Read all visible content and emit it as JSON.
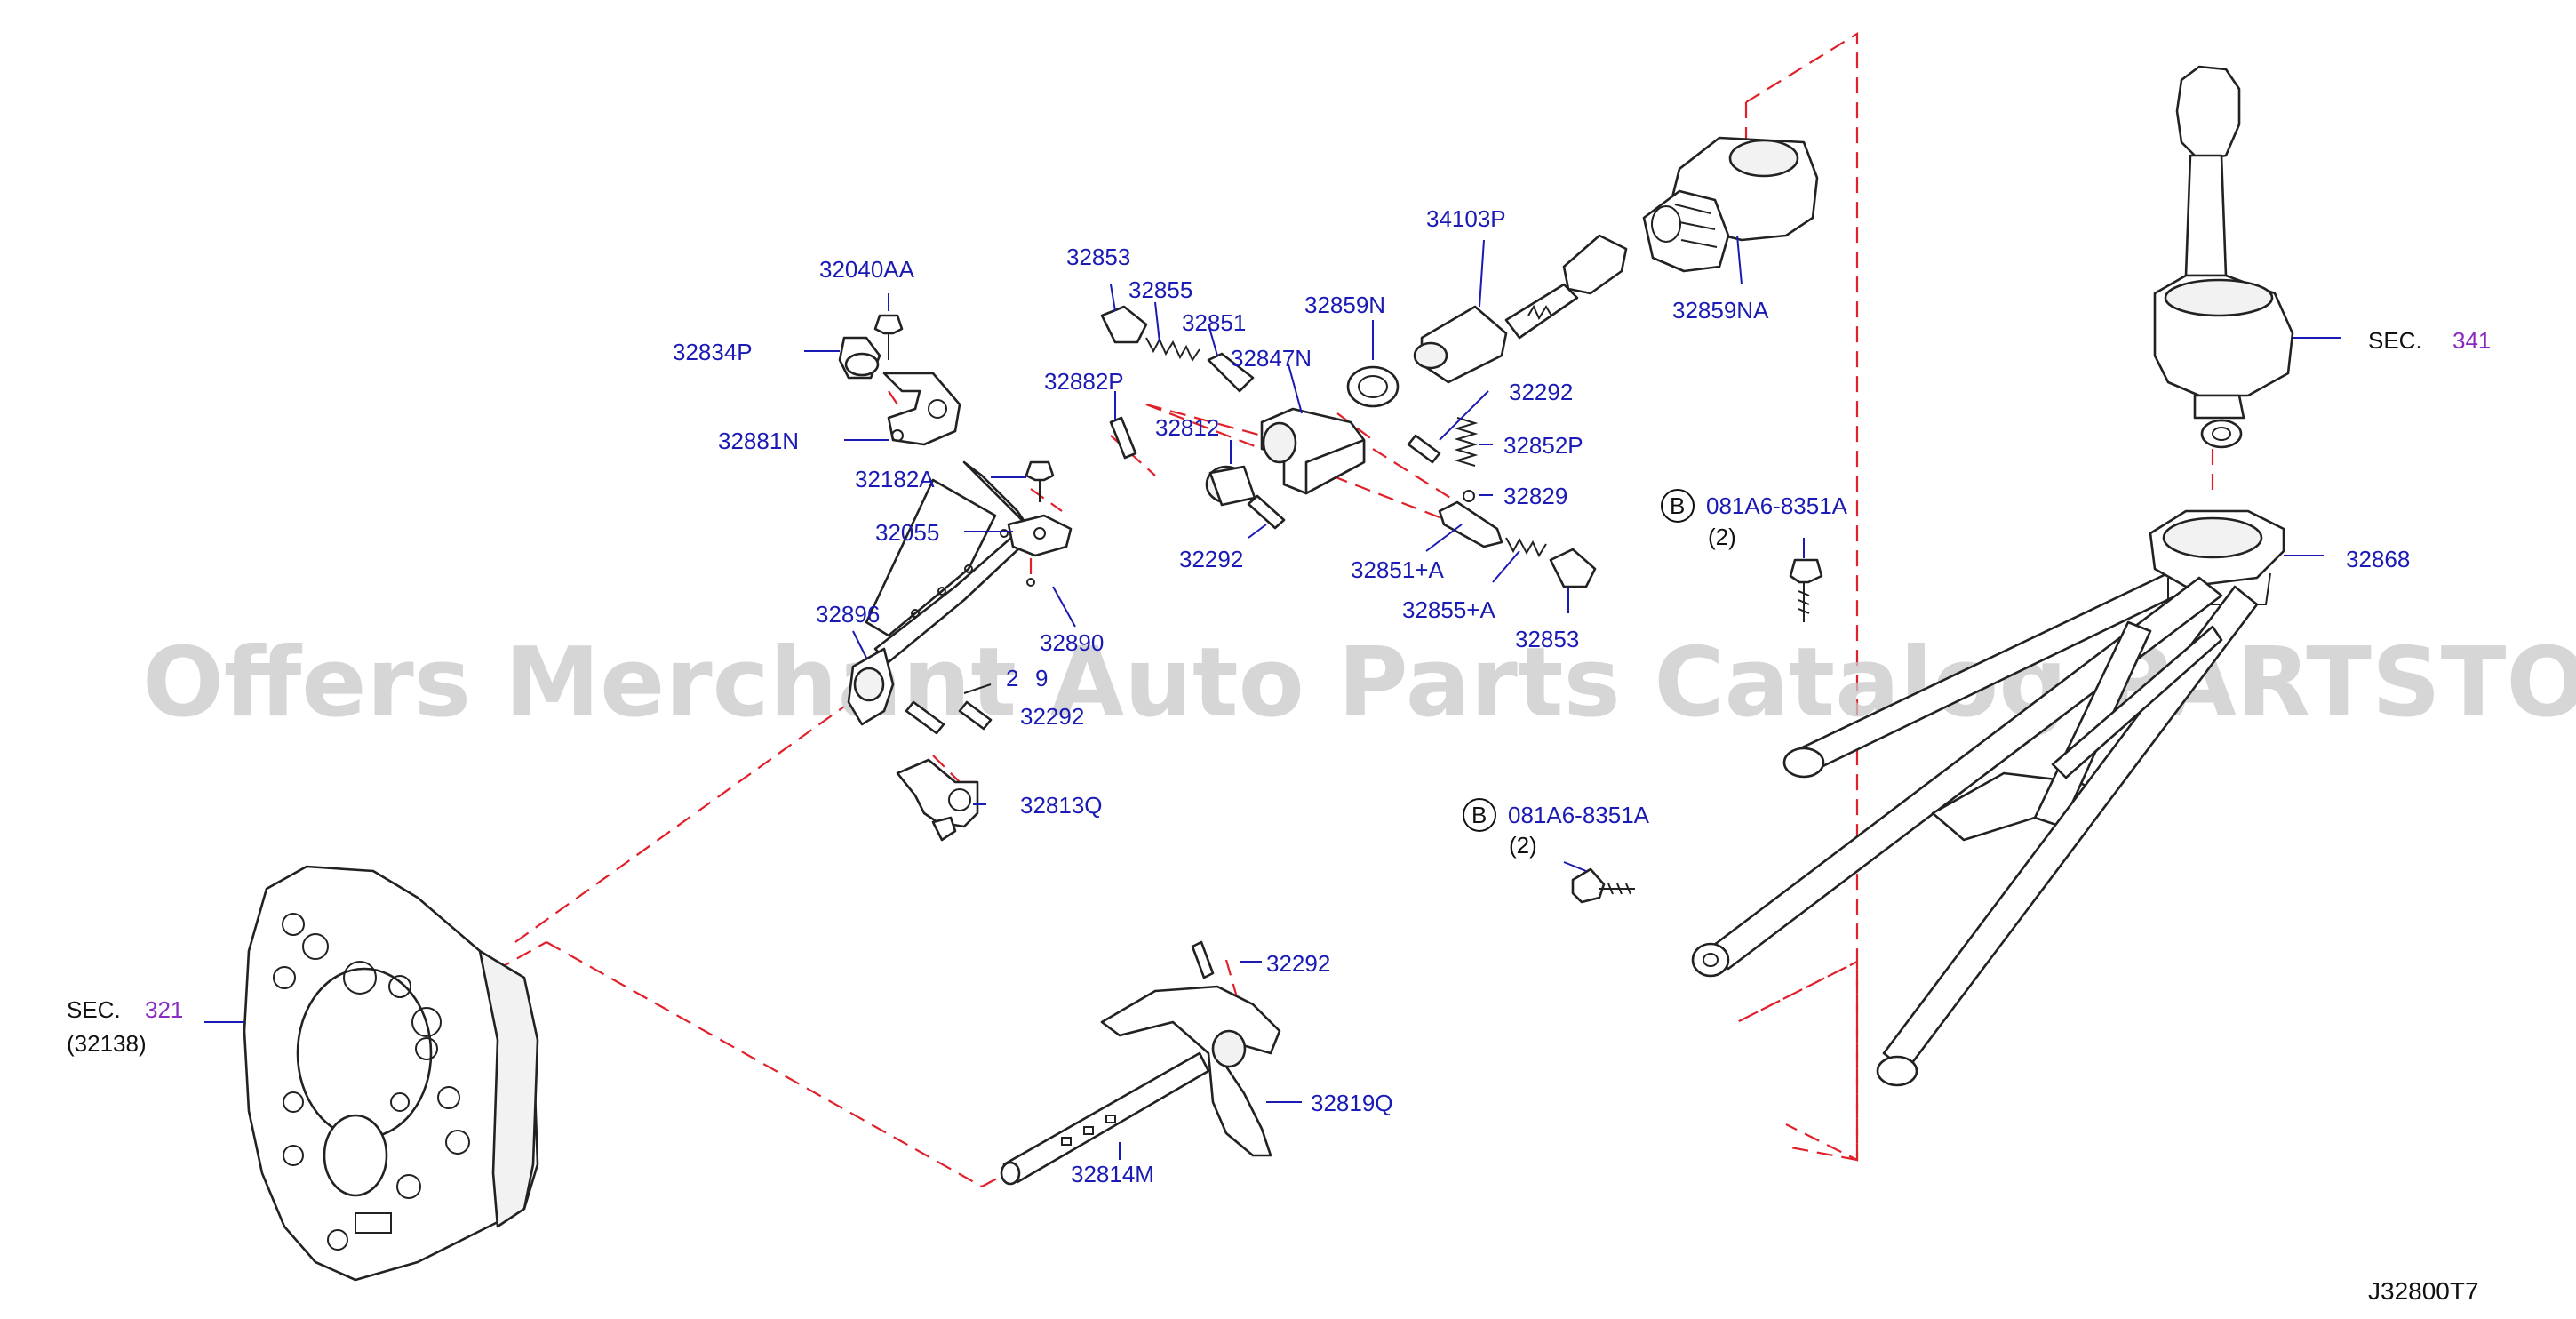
{
  "diagram": {
    "code": "J32800T7",
    "watermark": "Offers Merchant Auto Parts Catalog PARTSTORE.SA",
    "parts": {
      "p32040AA": "32040AA",
      "p32834P": "32834P",
      "p32881N": "32881N",
      "p32182A": "32182A",
      "p32055": "32055",
      "p32896": "32896",
      "p32890": "32890",
      "p32292_a": "32292",
      "p32292_b": "32292",
      "p32292_c": "32292",
      "p32292_d": "32292",
      "p32813Q": "32813Q",
      "p32853_top": "32853",
      "p32855_top": "32855",
      "p32851": "32851",
      "p32847N": "32847N",
      "p32882P": "32882P",
      "p32812": "32812",
      "p32859N": "32859N",
      "p34103P": "34103P",
      "p32859NA": "32859NA",
      "p32852P": "32852P",
      "p32829": "32829",
      "p32851A": "32851+A",
      "p32855A": "32855+A",
      "p32853_bot": "32853",
      "p32868": "32868",
      "p32819Q": "32819Q",
      "p32814M": "32814M",
      "frag_2": "2",
      "frag_9": "9"
    },
    "bolt_refs": [
      {
        "letter": "B",
        "part": "081A6-8351A",
        "qty": "(2)"
      },
      {
        "letter": "B",
        "part": "081A6-8351A",
        "qty": "(2)"
      }
    ],
    "sections": {
      "left": {
        "prefix": "SEC.",
        "number": "321",
        "sub": "(32138)"
      },
      "right": {
        "prefix": "SEC.",
        "number": "341"
      }
    }
  }
}
